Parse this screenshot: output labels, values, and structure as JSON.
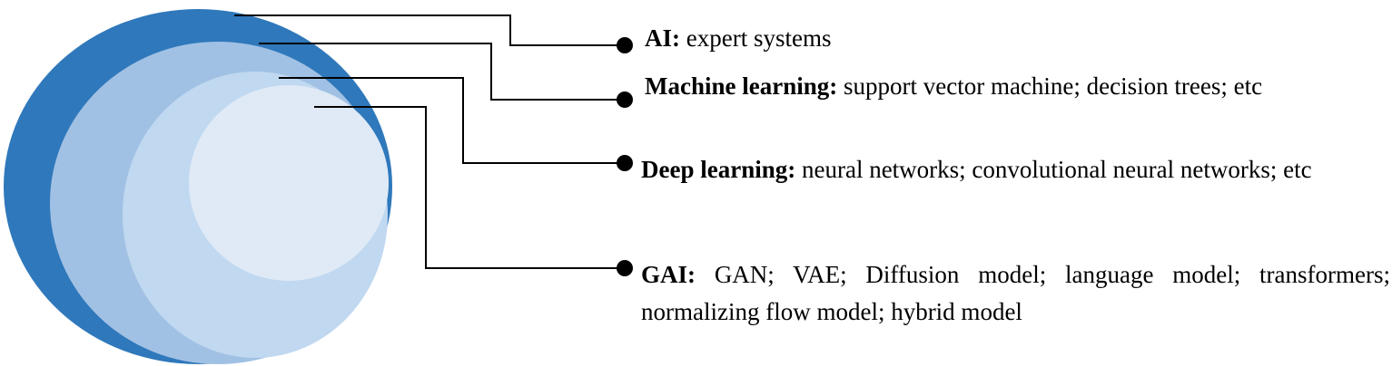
{
  "colors": {
    "ai_layer": "#2f78bb",
    "ml_layer": "#a1c1e4",
    "dl_layer": "#c0d8f0",
    "gai_layer": "#dfeaf6",
    "line": "#000000",
    "dot": "#000000"
  },
  "layers": [
    {
      "id": "ai",
      "term": "AI:",
      "examples": "expert systems"
    },
    {
      "id": "ml",
      "term": "Machine learning:",
      "examples": "support vector machine; decision trees; etc"
    },
    {
      "id": "dl",
      "term": "Deep learning:",
      "examples": "neural networks; convolutional neural networks; etc"
    },
    {
      "id": "gai",
      "term": "GAI:",
      "examples": "GAN; VAE; Diffusion model; language model; transformers; normalizing flow model; hybrid model"
    }
  ]
}
